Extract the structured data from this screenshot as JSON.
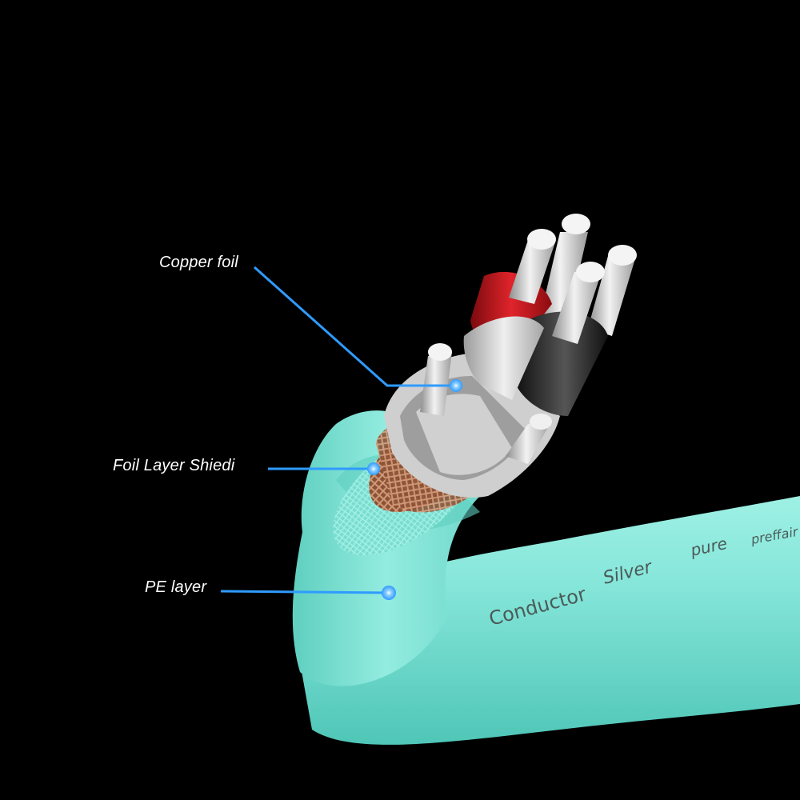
{
  "callouts": {
    "copper_foil": "Copper foil",
    "foil_layer_shield": "Foil Layer Shiedi",
    "pe_layer": "PE layer"
  },
  "jacket_print": [
    "Conductor",
    "Silver",
    "pure",
    "preffair"
  ],
  "colors": {
    "background": "#000000",
    "jacket": "#78e0d2",
    "leader_line": "#2f9bff",
    "braid": "#a9694a",
    "red_insulation": "#c0141a",
    "black_insulation": "#1a1a1a",
    "silver_strand": "#e6e6e6"
  }
}
